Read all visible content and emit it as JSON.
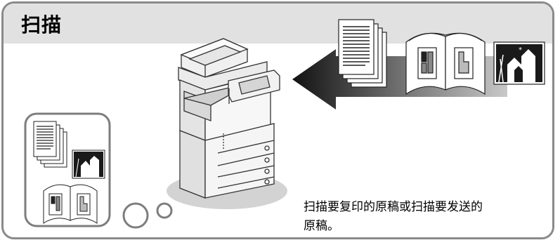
{
  "title": "扫描",
  "caption_line1": "扫描要复印的原稿或扫描要发送的",
  "caption_line2": "原稿。",
  "colors": {
    "header": "#e1e1e1",
    "frame": "#8a8a8a",
    "arrow_dark": "#2a2a2a",
    "arrow_light": "#bdbdbd"
  },
  "icons": [
    "multifunction-printer-icon",
    "document-stack-icon",
    "open-book-icon",
    "photo-icon",
    "scan-arrow-icon",
    "thought-bubble-icon"
  ]
}
